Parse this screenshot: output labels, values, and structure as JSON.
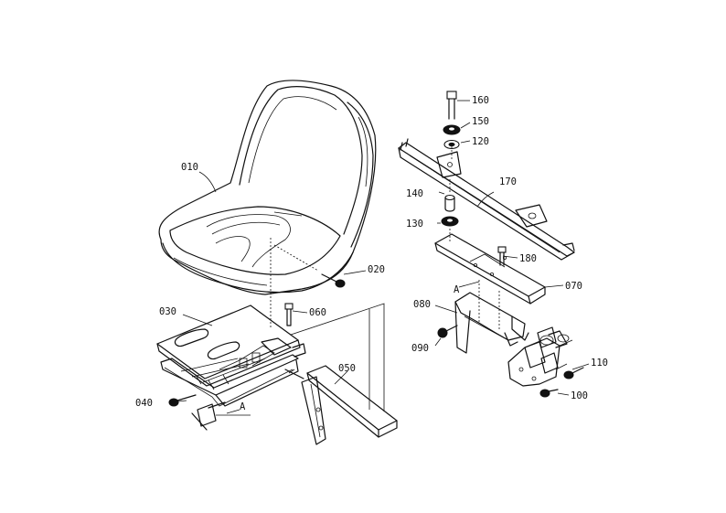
{
  "labels": {
    "p010": "010",
    "p020": "020",
    "p030": "030",
    "p040": "040",
    "p050": "050",
    "p060": "060",
    "p070": "070",
    "p080": "080",
    "p090": "090",
    "p100": "100",
    "p110": "110",
    "p120": "120",
    "p130": "130",
    "p140": "140",
    "p150": "150",
    "p160": "160",
    "p170": "170",
    "p180": "180",
    "refA1": "A",
    "refA2": "A"
  }
}
